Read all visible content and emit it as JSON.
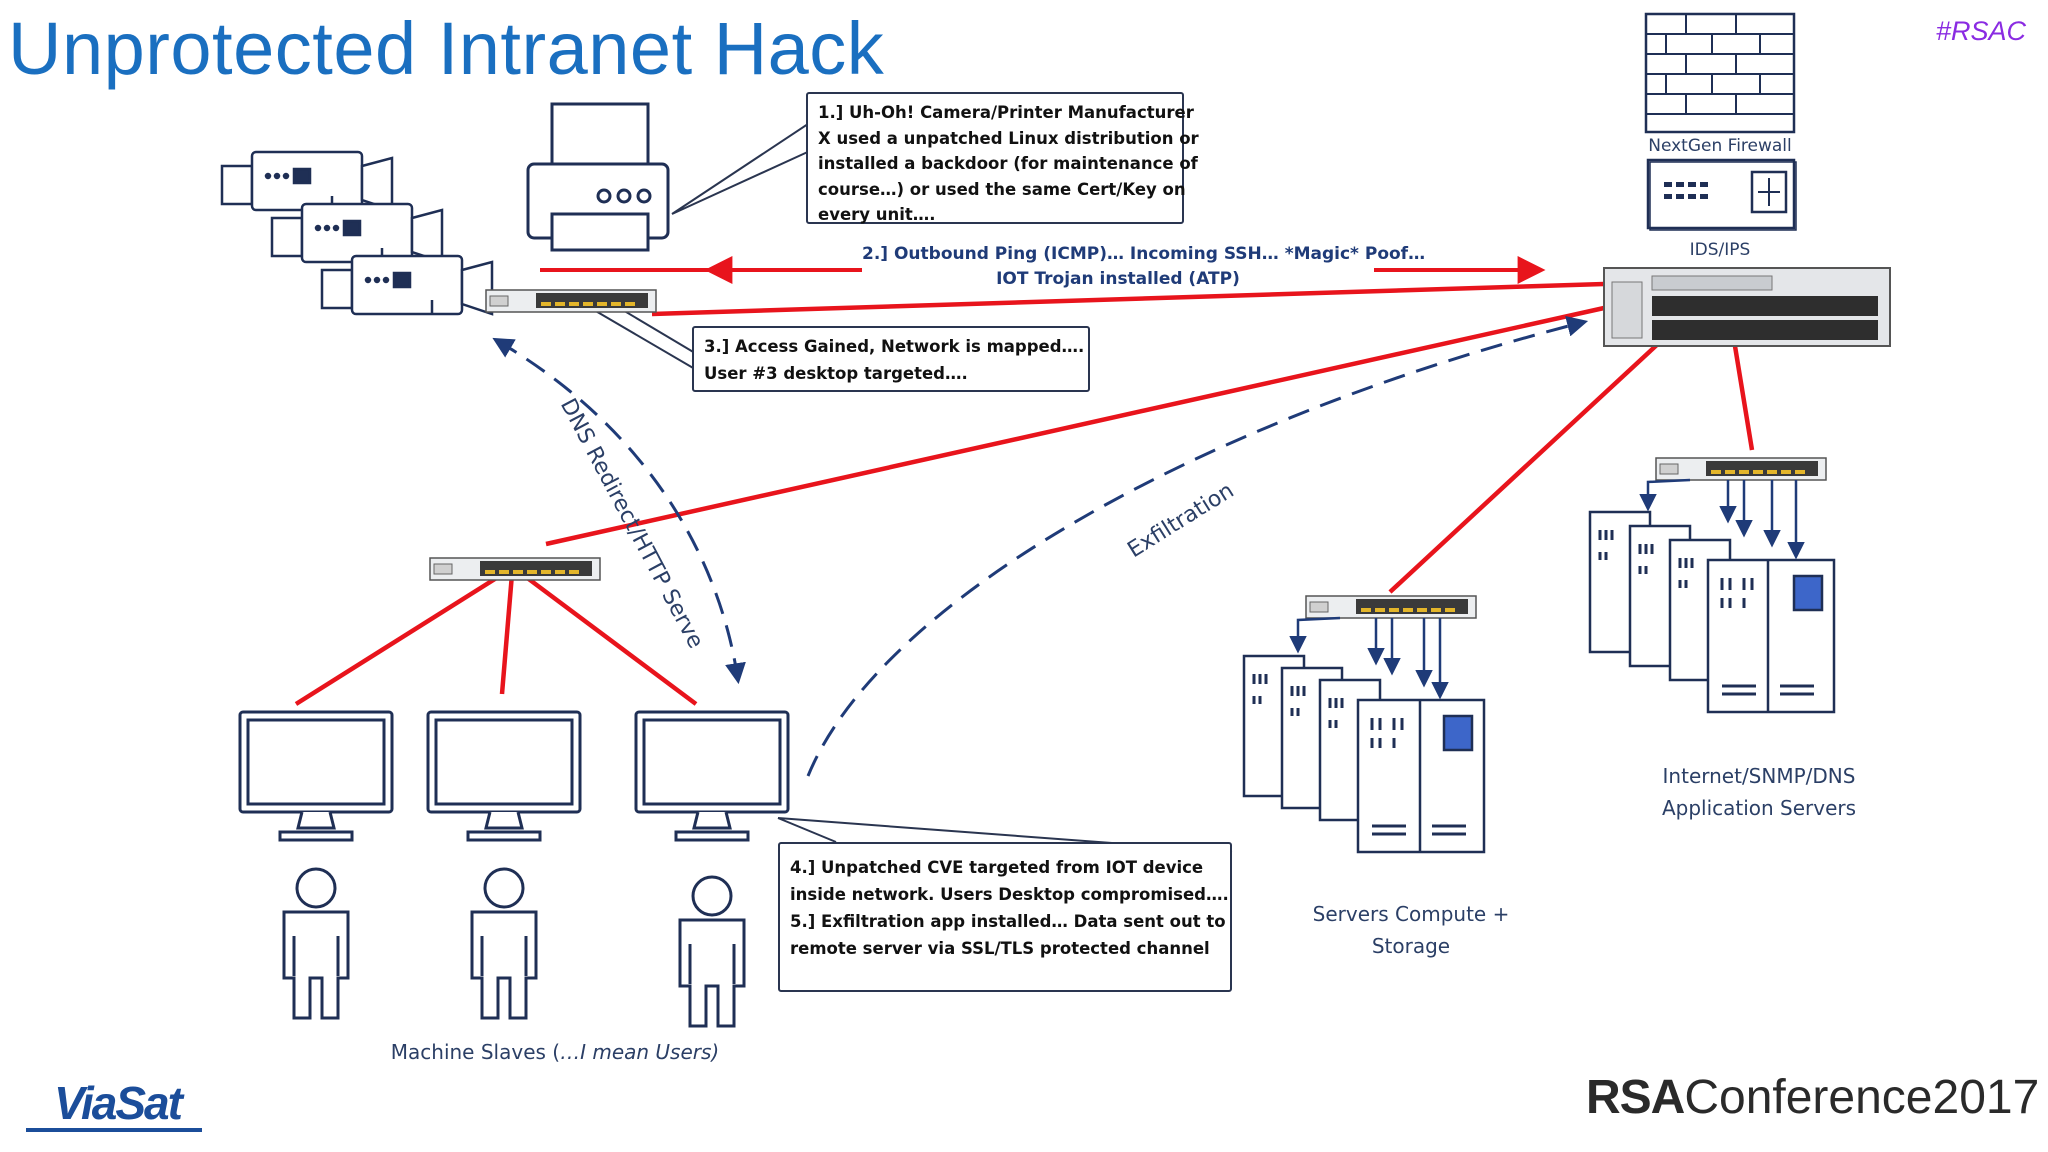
{
  "slide": {
    "title": "Unprotected Intranet Hack",
    "hashtag": "#RSAC",
    "logo_left": "ViaSat",
    "logo_right_bold": "RSA",
    "logo_right_rest": "Conference2017"
  },
  "callouts": {
    "c1": [
      "1.] Uh-Oh! Camera/Printer Manufacturer",
      "X used a unpatched Linux distribution or",
      "installed a backdoor (for maintenance of",
      "course…) or used the same Cert/Key on",
      "every unit…."
    ],
    "c3": [
      "3.] Access Gained, Network is mapped….",
      "User #3 desktop targeted…."
    ],
    "c4": [
      "4.] Unpatched CVE targeted from IOT device",
      "inside network.   Users Desktop compromised….",
      "5.] Exfiltration app installed… Data sent out to",
      "remote server via SSL/TLS protected channel"
    ]
  },
  "arrow_labels": {
    "step2_line1": "2.] Outbound Ping (ICMP)… Incoming SSH… *Magic* Poof…",
    "step2_line2": "IOT Trojan installed (ATP)",
    "dns": "DNS Redirect/HTTP Serve",
    "exfil": "Exfiltration"
  },
  "labels": {
    "firewall": "NextGen Firewall",
    "ids": "IDS/IPS",
    "app_servers": [
      "Internet/SNMP/DNS",
      "Application Servers"
    ],
    "compute_servers": [
      "Servers Compute +",
      "Storage"
    ],
    "users_prefix": "Machine Slaves (",
    "users_italic": "…I mean Users)"
  },
  "colors": {
    "accent_blue": "#1a6fc0",
    "attack_red": "#e8141c",
    "line_navy": "#1f3b78",
    "hashtag": "#8a2be2"
  },
  "icons": [
    "security-cameras",
    "printer",
    "network-switch",
    "firewall-brick-wall",
    "ids-appliance",
    "core-switch",
    "server-rack",
    "monitor",
    "user-person"
  ]
}
